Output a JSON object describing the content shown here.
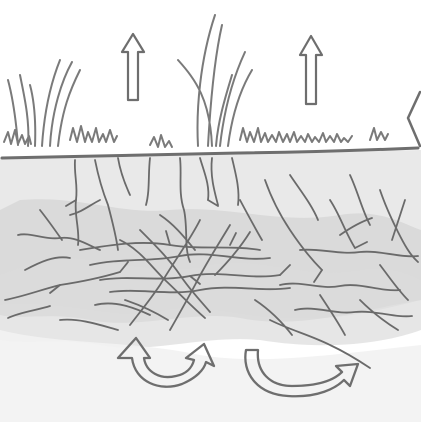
{
  "diagram": {
    "elements": [
      "grass",
      "soil",
      "roots",
      "upward-arrows",
      "circulation-arrows"
    ],
    "colors": {
      "ink": "#6e6e6e",
      "soil_light": "#e6e6e6",
      "soil_dark": "#cfcfcf",
      "background": "#ffffff"
    }
  }
}
